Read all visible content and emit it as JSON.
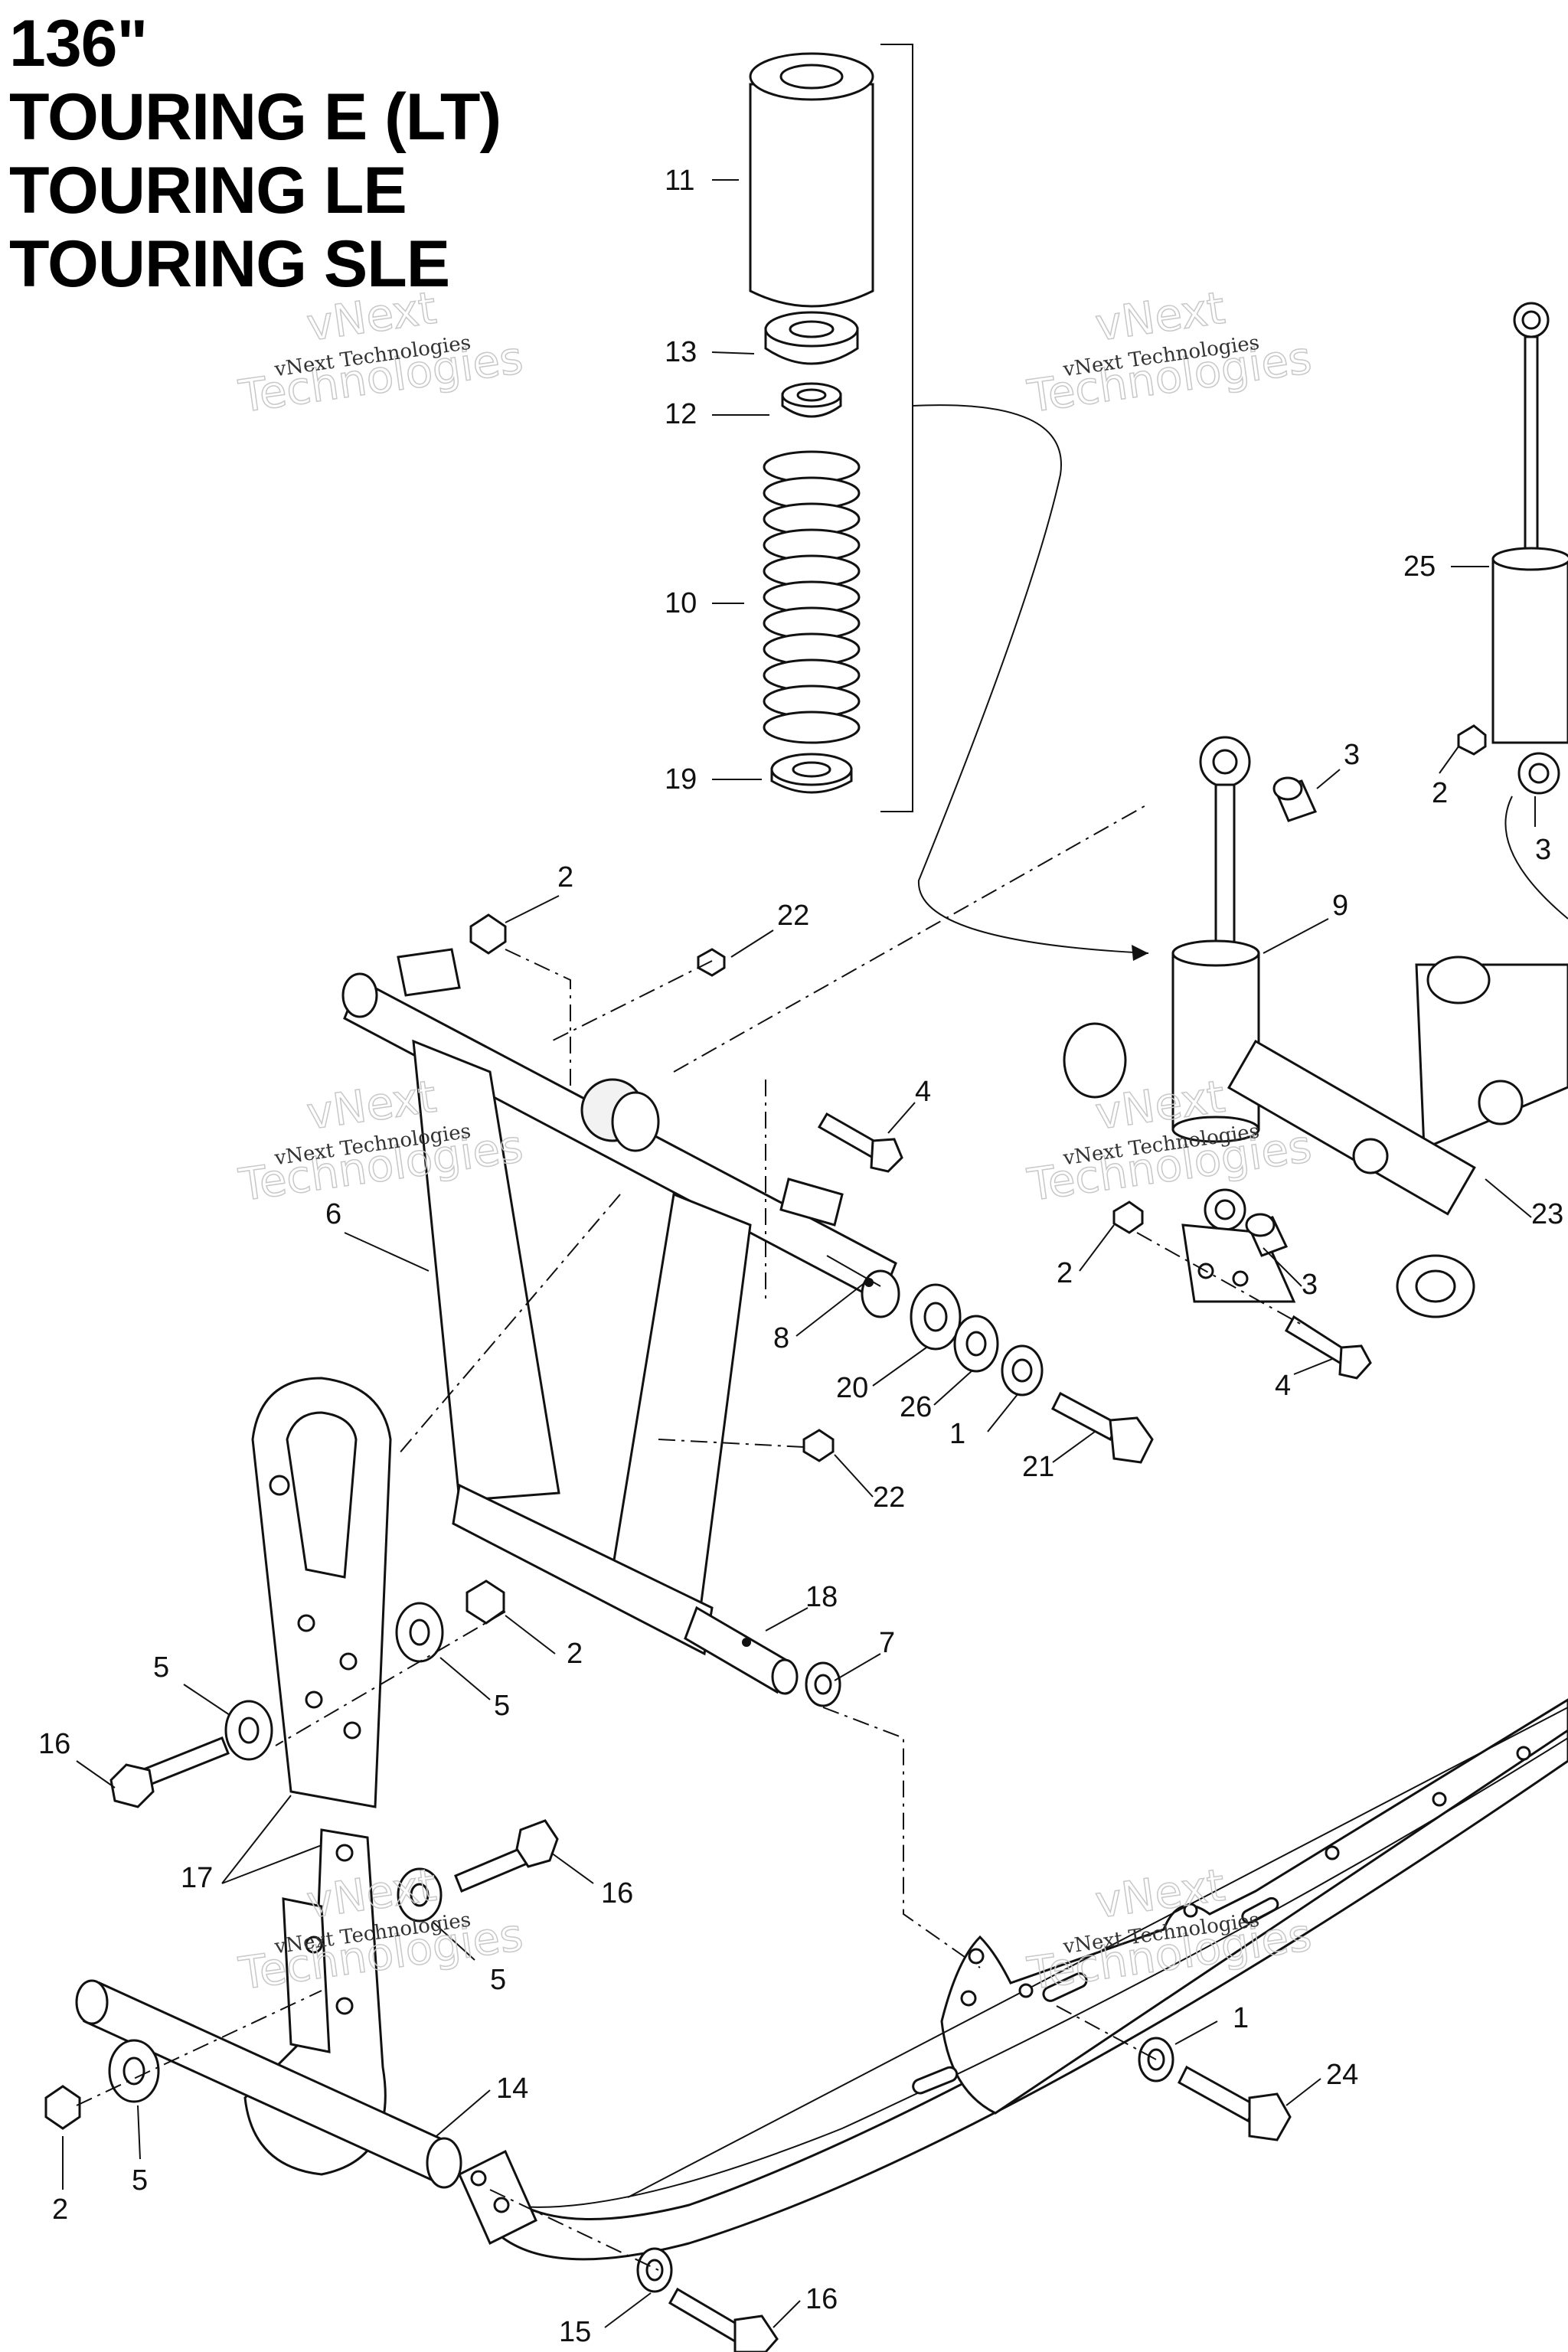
{
  "title_lines": [
    "136\"",
    "TOURING E (LT)",
    "TOURING LE",
    "TOURING SLE"
  ],
  "watermark": {
    "line1": "vNext Technologies",
    "line2": "vNext",
    "line3": "Technologies"
  },
  "callouts": [
    {
      "id": "c11",
      "label": "11"
    },
    {
      "id": "c13",
      "label": "13"
    },
    {
      "id": "c12",
      "label": "12"
    },
    {
      "id": "c10",
      "label": "10"
    },
    {
      "id": "c19",
      "label": "19"
    },
    {
      "id": "c25",
      "label": "25"
    },
    {
      "id": "c2a",
      "label": "2"
    },
    {
      "id": "c3a",
      "label": "3"
    },
    {
      "id": "c3b",
      "label": "3"
    },
    {
      "id": "c2b",
      "label": "2"
    },
    {
      "id": "c22a",
      "label": "22"
    },
    {
      "id": "c9",
      "label": "9"
    },
    {
      "id": "c4a",
      "label": "4"
    },
    {
      "id": "c23",
      "label": "23"
    },
    {
      "id": "c6",
      "label": "6"
    },
    {
      "id": "c2c",
      "label": "2"
    },
    {
      "id": "c3c",
      "label": "3"
    },
    {
      "id": "c8",
      "label": "8"
    },
    {
      "id": "c4b",
      "label": "4"
    },
    {
      "id": "c20",
      "label": "20"
    },
    {
      "id": "c26",
      "label": "26"
    },
    {
      "id": "c1a",
      "label": "1"
    },
    {
      "id": "c21",
      "label": "21"
    },
    {
      "id": "c22b",
      "label": "22"
    },
    {
      "id": "c18",
      "label": "18"
    },
    {
      "id": "c7",
      "label": "7"
    },
    {
      "id": "c5a",
      "label": "5"
    },
    {
      "id": "c2d",
      "label": "2"
    },
    {
      "id": "c5b",
      "label": "5"
    },
    {
      "id": "c16a",
      "label": "16"
    },
    {
      "id": "c17",
      "label": "17"
    },
    {
      "id": "c16b",
      "label": "16"
    },
    {
      "id": "c5c",
      "label": "5"
    },
    {
      "id": "c1b",
      "label": "1"
    },
    {
      "id": "c24",
      "label": "24"
    },
    {
      "id": "c14",
      "label": "14"
    },
    {
      "id": "c2e",
      "label": "2"
    },
    {
      "id": "c5d",
      "label": "5"
    },
    {
      "id": "c16c",
      "label": "16"
    },
    {
      "id": "c15",
      "label": "15"
    }
  ]
}
